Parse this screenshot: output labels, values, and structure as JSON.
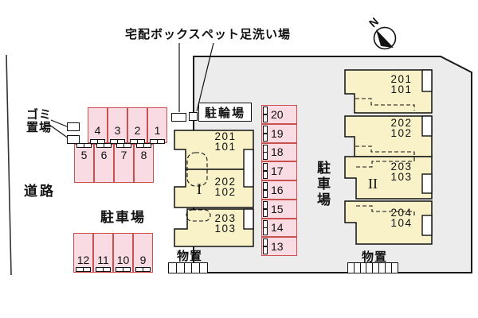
{
  "colors": {
    "site_fill": "#ececec",
    "space_fill": "#f9dbe4",
    "space_border": "#c9504e",
    "building_fill": "#f9f1c8",
    "outline": "#1a1a1a"
  },
  "north_label": "N",
  "annotations": {
    "delivery_box": "宅配ボックス",
    "pet_wash": "ペット足洗い場"
  },
  "bicycle_label": "駐輪場",
  "garbage": {
    "line1": "ゴミ",
    "line2": "置場"
  },
  "road_label": "道路",
  "parking_area_label": "駐車場",
  "parking_area_label_vertical": "駐車場",
  "storage_label_1": "物置",
  "storage_label_2": "物置",
  "parking": {
    "row_top": [
      "4",
      "3",
      "2",
      "1"
    ],
    "row_second": [
      "5",
      "6",
      "7",
      "8"
    ],
    "row_bottom": [
      "12",
      "11",
      "10",
      "9"
    ],
    "column_right": [
      "20",
      "19",
      "18",
      "17",
      "16",
      "15",
      "14",
      "13"
    ]
  },
  "building_I": {
    "name": "I",
    "units": [
      {
        "upper": "201",
        "lower": "101"
      },
      {
        "upper": "202",
        "lower": "102"
      },
      {
        "upper": "203",
        "lower": "103"
      }
    ]
  },
  "building_II": {
    "name": "II",
    "units": [
      {
        "upper": "201",
        "lower": "101"
      },
      {
        "upper": "202",
        "lower": "102"
      },
      {
        "upper": "203",
        "lower": "103"
      },
      {
        "upper": "204",
        "lower": "104"
      }
    ]
  }
}
